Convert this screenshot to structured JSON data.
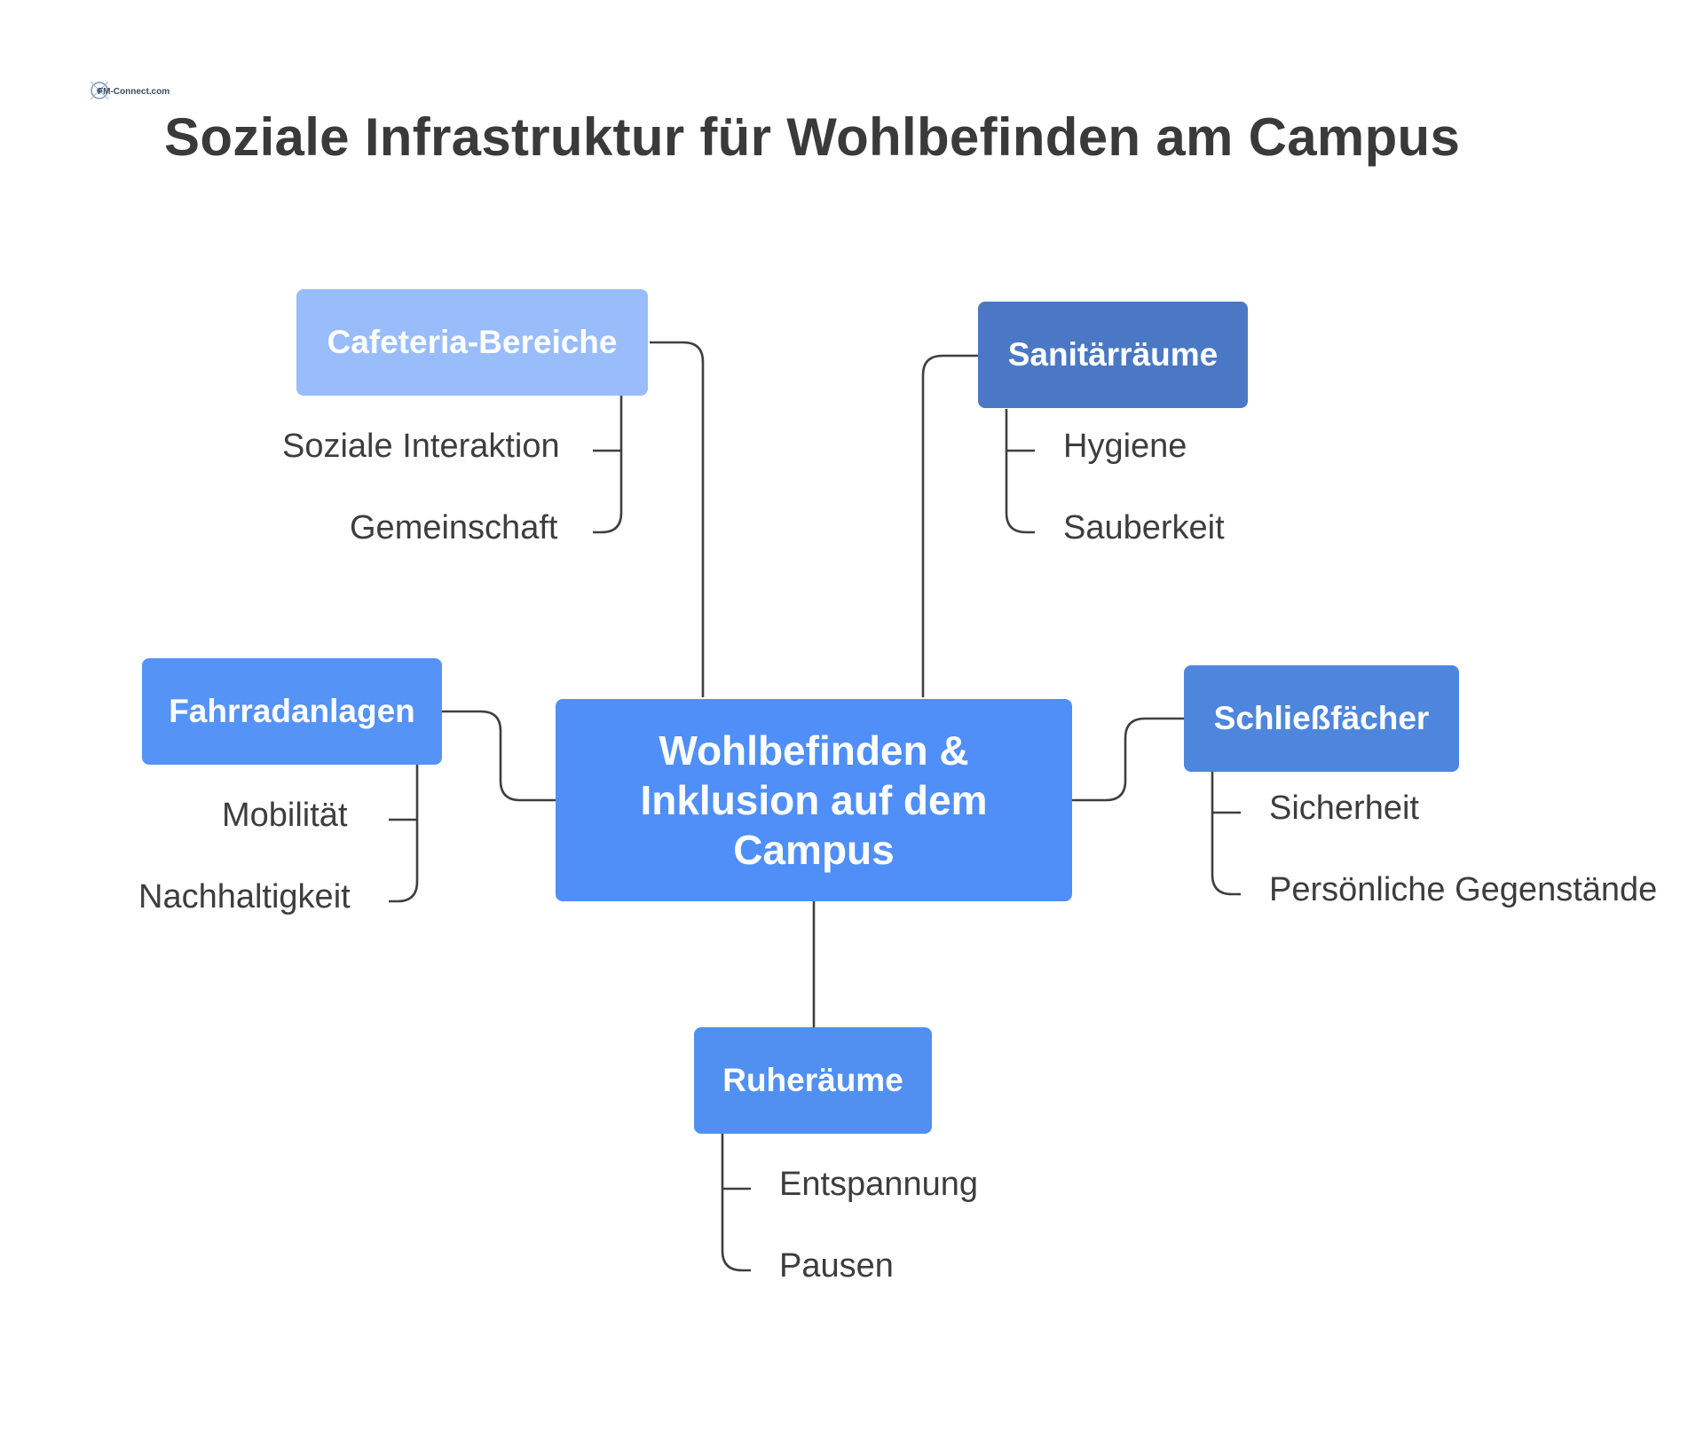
{
  "logo": {
    "text": "FM-Connect.com"
  },
  "title": "Soziale Infrastruktur für Wohlbefinden am Campus",
  "center": {
    "label": "Wohlbefinden & Inklusion auf dem Campus",
    "color": "#4f8ff7"
  },
  "branches": [
    {
      "id": "cafeteria",
      "label": "Cafeteria-Bereiche",
      "color": "#99bdfb",
      "items": [
        "Soziale Interaktion",
        "Gemeinschaft"
      ]
    },
    {
      "id": "sanitaer",
      "label": "Sanitärräume",
      "color": "#4a78c4",
      "items": [
        "Hygiene",
        "Sauberkeit"
      ]
    },
    {
      "id": "fahrrad",
      "label": "Fahrradanlagen",
      "color": "#5593f7",
      "items": [
        "Mobilität",
        "Nachhaltigkeit"
      ]
    },
    {
      "id": "schliess",
      "label": "Schließfächer",
      "color": "#4e86de",
      "items": [
        "Sicherheit",
        "Persönliche Gegenstände"
      ]
    },
    {
      "id": "ruhe",
      "label": "Ruheräume",
      "color": "#5190f0",
      "items": [
        "Entspannung",
        "Pausen"
      ]
    }
  ]
}
